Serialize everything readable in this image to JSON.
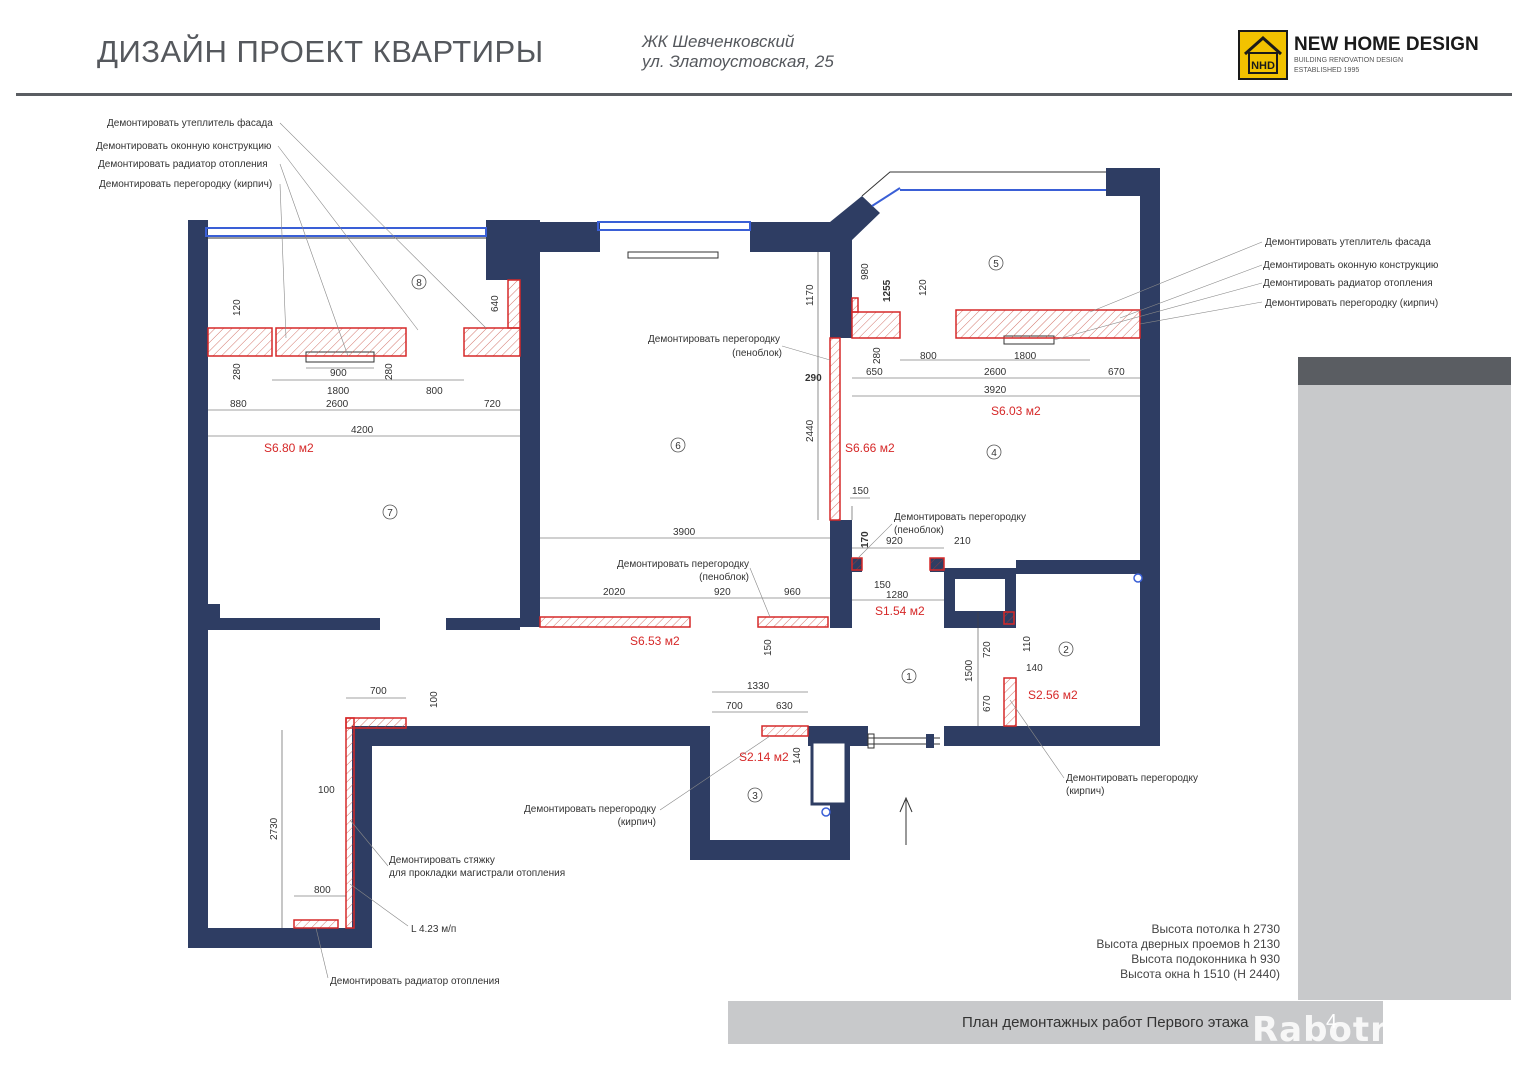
{
  "header": {
    "title": "ДИЗАЙН ПРОЕКТ КВАРТИРЫ",
    "complex": "ЖК Шевченковский",
    "street": "ул. Златоустовская, 25"
  },
  "logo": {
    "mark": "NHD",
    "name": "NEW HOME DESIGN",
    "tagline": "BUILDING RENOVATION DESIGN",
    "established": "ESTABLISHED 1995"
  },
  "colors": {
    "wall": "#2e3d63",
    "demolish": "#d62828",
    "window": "#3a5fd6",
    "leader": "#777777",
    "panel": "#c8c9cb",
    "panel_dark": "#5a5d62"
  },
  "rooms": [
    "1",
    "2",
    "3",
    "4",
    "5",
    "6",
    "7",
    "8"
  ],
  "areas": [
    "S6.80 м2",
    "S6.66 м2",
    "S6.03 м2",
    "S6.53 м2",
    "S1.54 м2",
    "S2.56 м2",
    "S2.14 м2"
  ],
  "notes": {
    "facade_insulation": "Демонтировать утеплитель фасада",
    "window_unit": "Демонтировать оконную конструкцию",
    "radiator": "Демонтировать  радиатор отопления",
    "partition_brick": "Демонтировать перегородку (кирпич)",
    "partition_block_l1": "Демонтировать перегородку",
    "partition_block_l2": "(пеноблок)",
    "partition_brick_l1": "Демонтировать перегородку",
    "partition_brick_l2": "(кирпич)",
    "screed_l1": "Демонтировать стяжку",
    "screed_l2": "для прокладки магистрали отопления",
    "pipe_length": "L 4.23 м/п"
  },
  "dims": {
    "d120a": "120",
    "d640": "640",
    "d280a": "280",
    "d900a": "900",
    "d1800a": "1800",
    "d280b": "280",
    "d880": "880",
    "d2600a": "2600",
    "d800a": "800",
    "d720a": "720",
    "d4200": "4200",
    "d1170": "1170",
    "d290": "290",
    "d2440": "2440",
    "d150a": "150",
    "d3900": "3900",
    "d2020": "2020",
    "d920a": "920",
    "d960": "960",
    "d150b": "150",
    "d980": "980",
    "d1255": "1255",
    "d120b": "120",
    "d280c": "280",
    "d800b": "800",
    "d1800b": "1800",
    "d650": "650",
    "d2600b": "2600",
    "d670a": "670",
    "d3920": "3920",
    "d170": "170",
    "d920b": "920",
    "d210": "210",
    "d150c": "150",
    "d1280": "1280",
    "d110": "110",
    "d720b": "720",
    "d1500": "1500",
    "d140a": "140",
    "d670b": "670",
    "d1330": "1330",
    "d700a": "700",
    "d630": "630",
    "d140b": "140",
    "d700b": "700",
    "d100a": "100",
    "d100b": "100",
    "d2730": "2730",
    "d800c": "800"
  },
  "specs": [
    "Высота потолка  h 2730",
    "Высота дверных проемов h 2130",
    "Высота подоконника h 930",
    "Высота окна h 1510 (H 2440)"
  ],
  "footer": {
    "label": "План демонтажных работ Первого этажа",
    "page": "4"
  },
  "watermark": "Rabotniki.UA"
}
